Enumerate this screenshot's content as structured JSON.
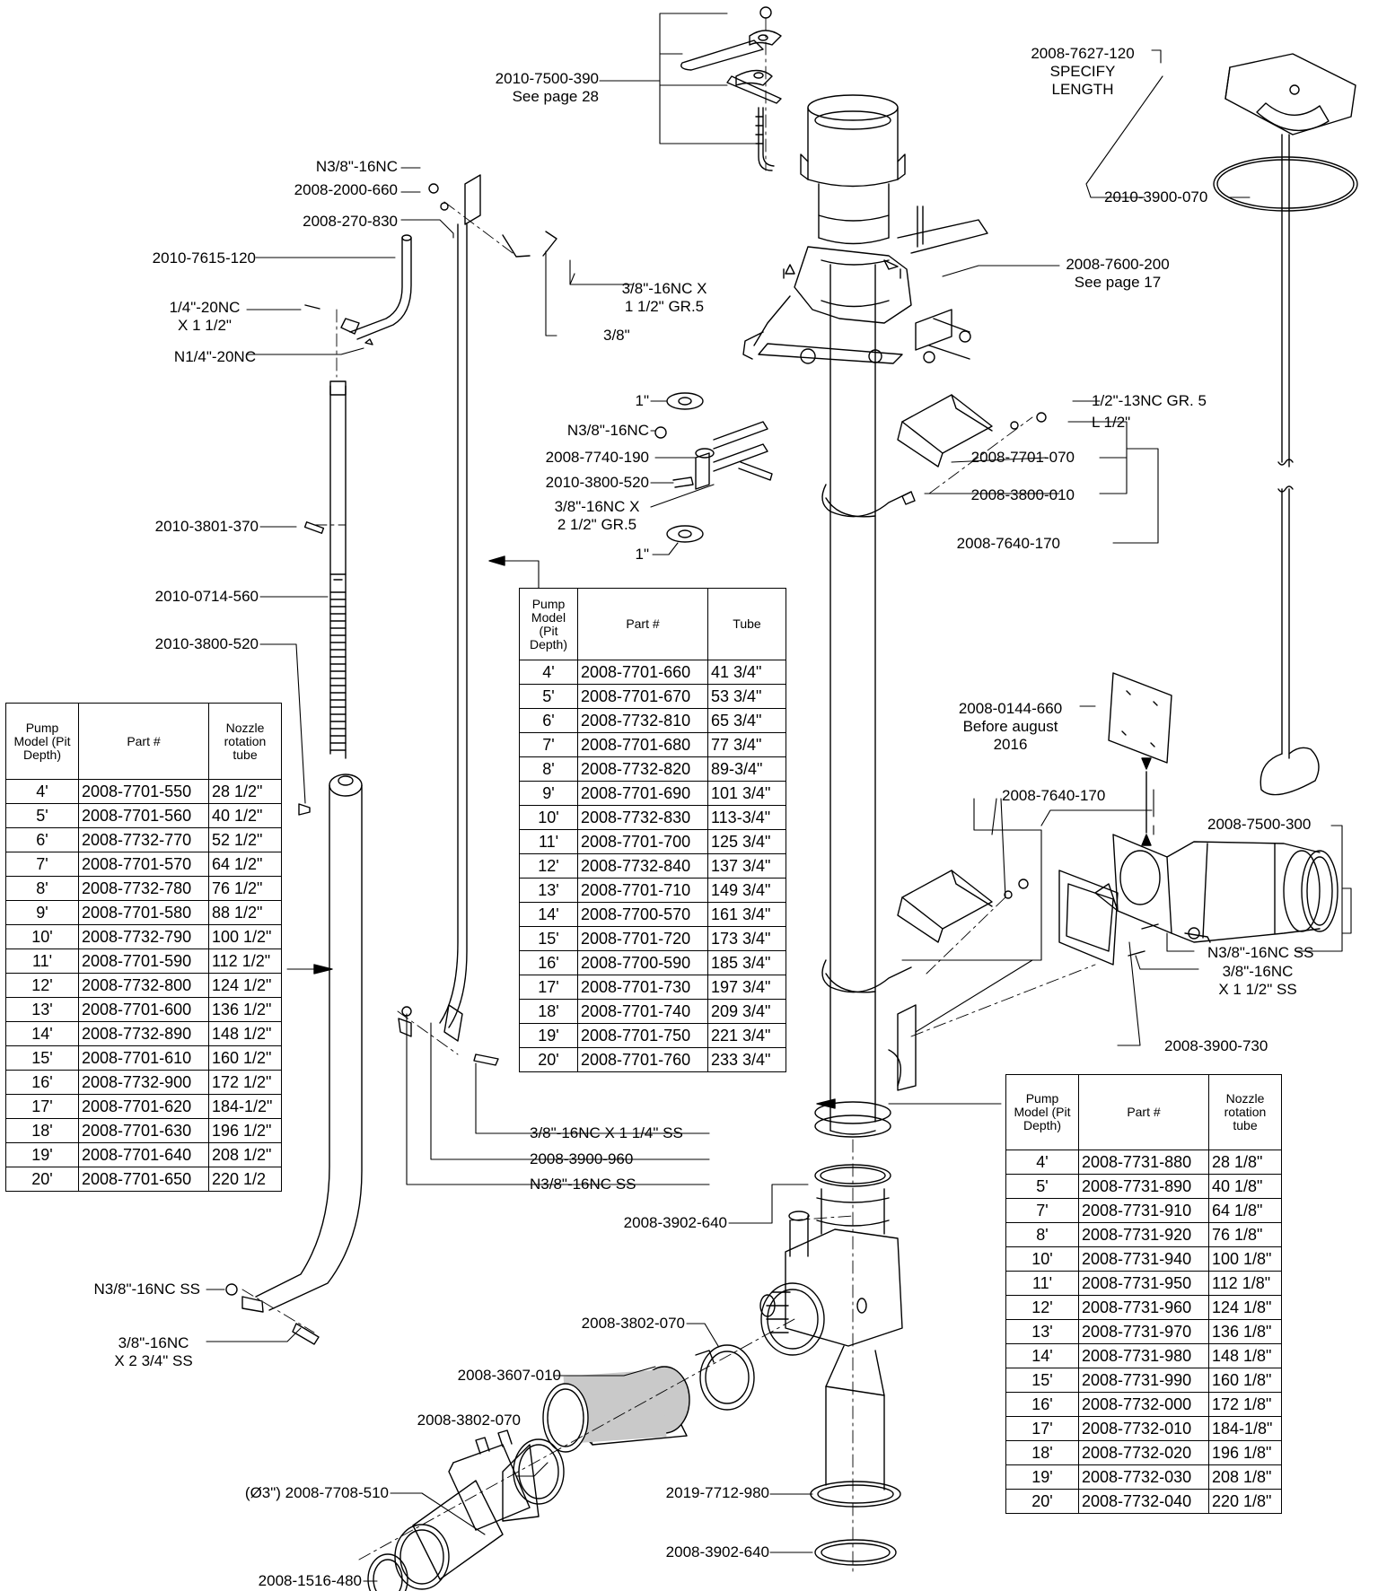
{
  "labels": {
    "l_7500_390": [
      "2010-7500-390",
      "See page 28"
    ],
    "l_7627_120": [
      "2008-7627-120",
      "SPECIFY",
      "LENGTH"
    ],
    "l_3900_070": [
      "2010-3900-070"
    ],
    "l_nut_38_top": [
      "N3/8\"-16NC"
    ],
    "l_2000_660": [
      "2008-2000-660"
    ],
    "l_270_830": [
      "2008-270-830"
    ],
    "l_7615_120": [
      "2010-7615-120"
    ],
    "l_bolt_14": [
      "1/4\"-20NC",
      "X 1 1/2\""
    ],
    "l_nut_14": [
      "N1/4\"-20NC"
    ],
    "l_bolt_38_112": [
      "3/8\"-16NC X",
      "1 1/2\" GR.5"
    ],
    "l_washer_38": [
      "3/8\""
    ],
    "l_7600_200": [
      "2008-7600-200",
      "See page 17"
    ],
    "l_washer_1_top": [
      "1\""
    ],
    "l_nut_38_mid": [
      "N3/8\"-16NC"
    ],
    "l_7740_190": [
      "2008-7740-190"
    ],
    "l_3800_520_mid": [
      "2010-3800-520"
    ],
    "l_bolt_38_212": [
      "3/8\"-16NC X",
      "2 1/2\" GR.5"
    ],
    "l_washer_1_bot": [
      "1\""
    ],
    "l_nut_12": [
      "1/2\"-13NC GR. 5"
    ],
    "l_lock_12": [
      "L 1/2\""
    ],
    "l_7701_070": [
      "2008-7701-070"
    ],
    "l_3800_010": [
      "2008-3800-010"
    ],
    "l_7640_170_top": [
      "2008-7640-170"
    ],
    "l_3801_370": [
      "2010-3801-370"
    ],
    "l_0714_560": [
      "2010-0714-560"
    ],
    "l_3800_520_left": [
      "2010-3800-520"
    ],
    "l_0144_660": [
      "2008-0144-660",
      "Before august",
      "2016"
    ],
    "l_7640_170_mid": [
      "2008-7640-170"
    ],
    "l_7500_300": [
      "2008-7500-300"
    ],
    "l_nut_38_ss_right": [
      "N3/8\"-16NC SS"
    ],
    "l_bolt_38_ss_right": [
      "3/8\"-16NC",
      "X 1 1/2\" SS"
    ],
    "l_3900_730": [
      "2008-3900-730"
    ],
    "l_bolt_38_114": [
      "3/8\"-16NC X 1 1/4\" SS"
    ],
    "l_3900_960": [
      "2008-3900-960"
    ],
    "l_nut_38_ss_mid": [
      "N3/8\"-16NC SS"
    ],
    "l_3902_640_a": [
      "2008-3902-640"
    ],
    "l_nut_38_ss_left": [
      "N3/8\"-16NC SS"
    ],
    "l_bolt_38_234": [
      "3/8\"-16NC",
      "X 2 3/4\" SS"
    ],
    "l_3802_070_a": [
      "2008-3802-070"
    ],
    "l_3607_010": [
      "2008-3607-010"
    ],
    "l_3802_070_b": [
      "2008-3802-070"
    ],
    "l_7708_510": [
      "(Ø3\")  2008-7708-510"
    ],
    "l_7712_980": [
      "2019-7712-980"
    ],
    "l_3902_640_b": [
      "2008-3902-640"
    ],
    "l_1516_480": [
      "2008-1516-480"
    ]
  },
  "tables": {
    "left": {
      "headers": [
        "Pump Model (Pit Depth)",
        "Part #",
        "Nozzle rotation tube"
      ],
      "rows": [
        [
          "4'",
          "2008-7701-550",
          "28 1/2\""
        ],
        [
          "5'",
          "2008-7701-560",
          "40 1/2\""
        ],
        [
          "6'",
          "2008-7732-770",
          "52 1/2\""
        ],
        [
          "7'",
          "2008-7701-570",
          "64 1/2\""
        ],
        [
          "8'",
          "2008-7732-780",
          "76 1/2\""
        ],
        [
          "9'",
          "2008-7701-580",
          "88 1/2\""
        ],
        [
          "10'",
          "2008-7732-790",
          "100 1/2\""
        ],
        [
          "11'",
          "2008-7701-590",
          "112 1/2\""
        ],
        [
          "12'",
          "2008-7732-800",
          "124 1/2\""
        ],
        [
          "13'",
          "2008-7701-600",
          "136 1/2\""
        ],
        [
          "14'",
          "2008-7732-890",
          "148 1/2\""
        ],
        [
          "15'",
          "2008-7701-610",
          "160 1/2\""
        ],
        [
          "16'",
          "2008-7732-900",
          "172 1/2\""
        ],
        [
          "17'",
          "2008-7701-620",
          "184-1/2\""
        ],
        [
          "18'",
          "2008-7701-630",
          "196 1/2\""
        ],
        [
          "19'",
          "2008-7701-640",
          "208 1/2\""
        ],
        [
          "20'",
          "2008-7701-650",
          "220 1/2"
        ]
      ]
    },
    "middle": {
      "headers": [
        "Pump Model (Pit Depth)",
        "Part #",
        "Tube"
      ],
      "rows": [
        [
          "4'",
          "2008-7701-660",
          "41 3/4\""
        ],
        [
          "5'",
          "2008-7701-670",
          "53 3/4\""
        ],
        [
          "6'",
          "2008-7732-810",
          "65 3/4\""
        ],
        [
          "7'",
          "2008-7701-680",
          "77 3/4\""
        ],
        [
          "8'",
          "2008-7732-820",
          "89-3/4\""
        ],
        [
          "9'",
          "2008-7701-690",
          "101 3/4\""
        ],
        [
          "10'",
          "2008-7732-830",
          "113-3/4\""
        ],
        [
          "11'",
          "2008-7701-700",
          "125 3/4\""
        ],
        [
          "12'",
          "2008-7732-840",
          "137 3/4\""
        ],
        [
          "13'",
          "2008-7701-710",
          "149 3/4\""
        ],
        [
          "14'",
          "2008-7700-570",
          "161 3/4\""
        ],
        [
          "15'",
          "2008-7701-720",
          "173 3/4\""
        ],
        [
          "16'",
          "2008-7700-590",
          "185 3/4\""
        ],
        [
          "17'",
          "2008-7701-730",
          "197 3/4\""
        ],
        [
          "18'",
          "2008-7701-740",
          "209 3/4\""
        ],
        [
          "19'",
          "2008-7701-750",
          "221 3/4\""
        ],
        [
          "20'",
          "2008-7701-760",
          "233 3/4\""
        ]
      ]
    },
    "right": {
      "headers": [
        "Pump Model (Pit Depth)",
        "Part #",
        "Nozzle rotation tube"
      ],
      "rows": [
        [
          "4'",
          "2008-7731-880",
          "28 1/8\""
        ],
        [
          "5'",
          "2008-7731-890",
          "40 1/8\""
        ],
        [
          "7'",
          "2008-7731-910",
          "64 1/8\""
        ],
        [
          "8'",
          "2008-7731-920",
          "76 1/8\""
        ],
        [
          "10'",
          "2008-7731-940",
          "100 1/8\""
        ],
        [
          "11'",
          "2008-7731-950",
          "112 1/8\""
        ],
        [
          "12'",
          "2008-7731-960",
          "124 1/8\""
        ],
        [
          "13'",
          "2008-7731-970",
          "136 1/8\""
        ],
        [
          "14'",
          "2008-7731-980",
          "148 1/8\""
        ],
        [
          "15'",
          "2008-7731-990",
          "160 1/8\""
        ],
        [
          "16'",
          "2008-7732-000",
          "172 1/8\""
        ],
        [
          "17'",
          "2008-7732-010",
          "184-1/8\""
        ],
        [
          "18'",
          "2008-7732-020",
          "196 1/8\""
        ],
        [
          "19'",
          "2008-7732-030",
          "208 1/8\""
        ],
        [
          "20'",
          "2008-7732-040",
          "220 1/8\""
        ]
      ]
    }
  }
}
